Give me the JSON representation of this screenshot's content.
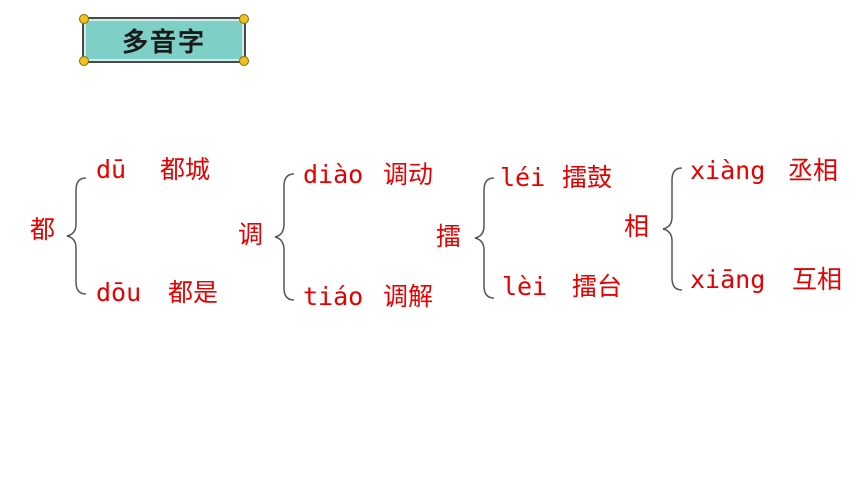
{
  "title": "多音字",
  "groups": [
    {
      "char": "都",
      "top": {
        "pinyin": "dū",
        "word": "都城"
      },
      "bottom": {
        "pinyin": "dōu",
        "word": "都是"
      }
    },
    {
      "char": "调",
      "top": {
        "pinyin": "diào",
        "word": "调动"
      },
      "bottom": {
        "pinyin": "tiáo",
        "word": "调解"
      }
    },
    {
      "char": "擂",
      "top": {
        "pinyin": "léi",
        "word": "擂鼓"
      },
      "bottom": {
        "pinyin": "lèi",
        "word": "擂台"
      }
    },
    {
      "char": "相",
      "top": {
        "pinyin": "xiàng",
        "word": "丞相"
      },
      "bottom": {
        "pinyin": "xiāng",
        "word": "互相"
      }
    }
  ]
}
